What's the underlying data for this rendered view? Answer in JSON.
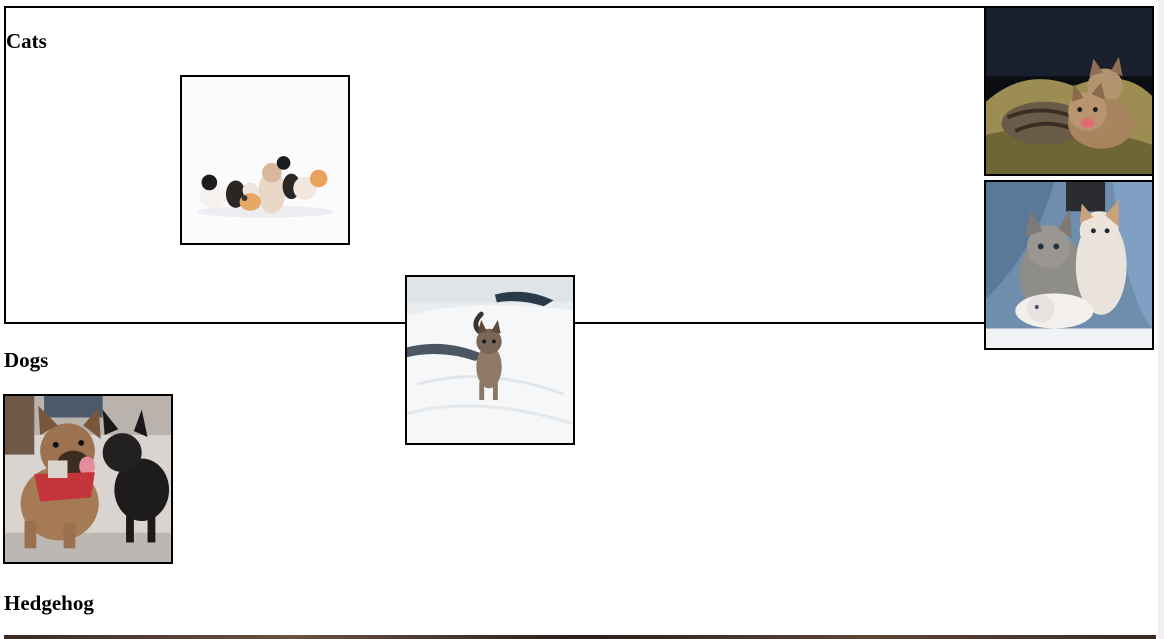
{
  "sections": {
    "cats": {
      "title": "Cats",
      "photos": [
        "kittens-group-white-background",
        "kitten-walking-on-bed",
        "kittens-on-blanket-dark",
        "kittens-on-jeans"
      ]
    },
    "dogs": {
      "title": "Dogs",
      "photos": [
        "french-bulldogs"
      ]
    },
    "hedgehog": {
      "title": "Hedgehog",
      "photos": [
        "hedgehog-photo-cropped"
      ]
    }
  }
}
